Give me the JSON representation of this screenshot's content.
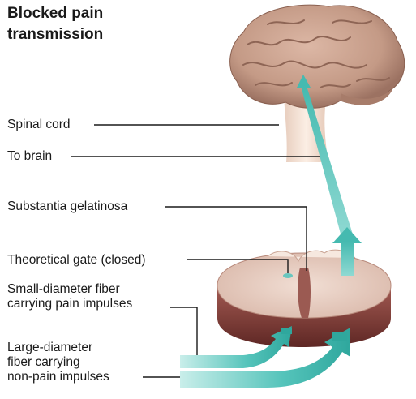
{
  "title": "Blocked pain transmission",
  "labels": {
    "spinal_cord": "Spinal cord",
    "to_brain": "To brain",
    "substantia_gelatinosa": "Substantia gelatinosa",
    "theoretical_gate": "Theoretical gate (closed)",
    "small_fiber": [
      "Small-diameter fiber",
      "carrying pain impulses"
    ],
    "large_fiber": [
      "Large-diameter",
      "fiber carrying",
      "non-pain impulses"
    ]
  },
  "colors": {
    "brain": "#c49a86",
    "spinal_cord": "#f0ddd0",
    "cord_section": "#7a3a36",
    "arrow": "#55c4bb",
    "leader_line": "#1a1a1a"
  }
}
